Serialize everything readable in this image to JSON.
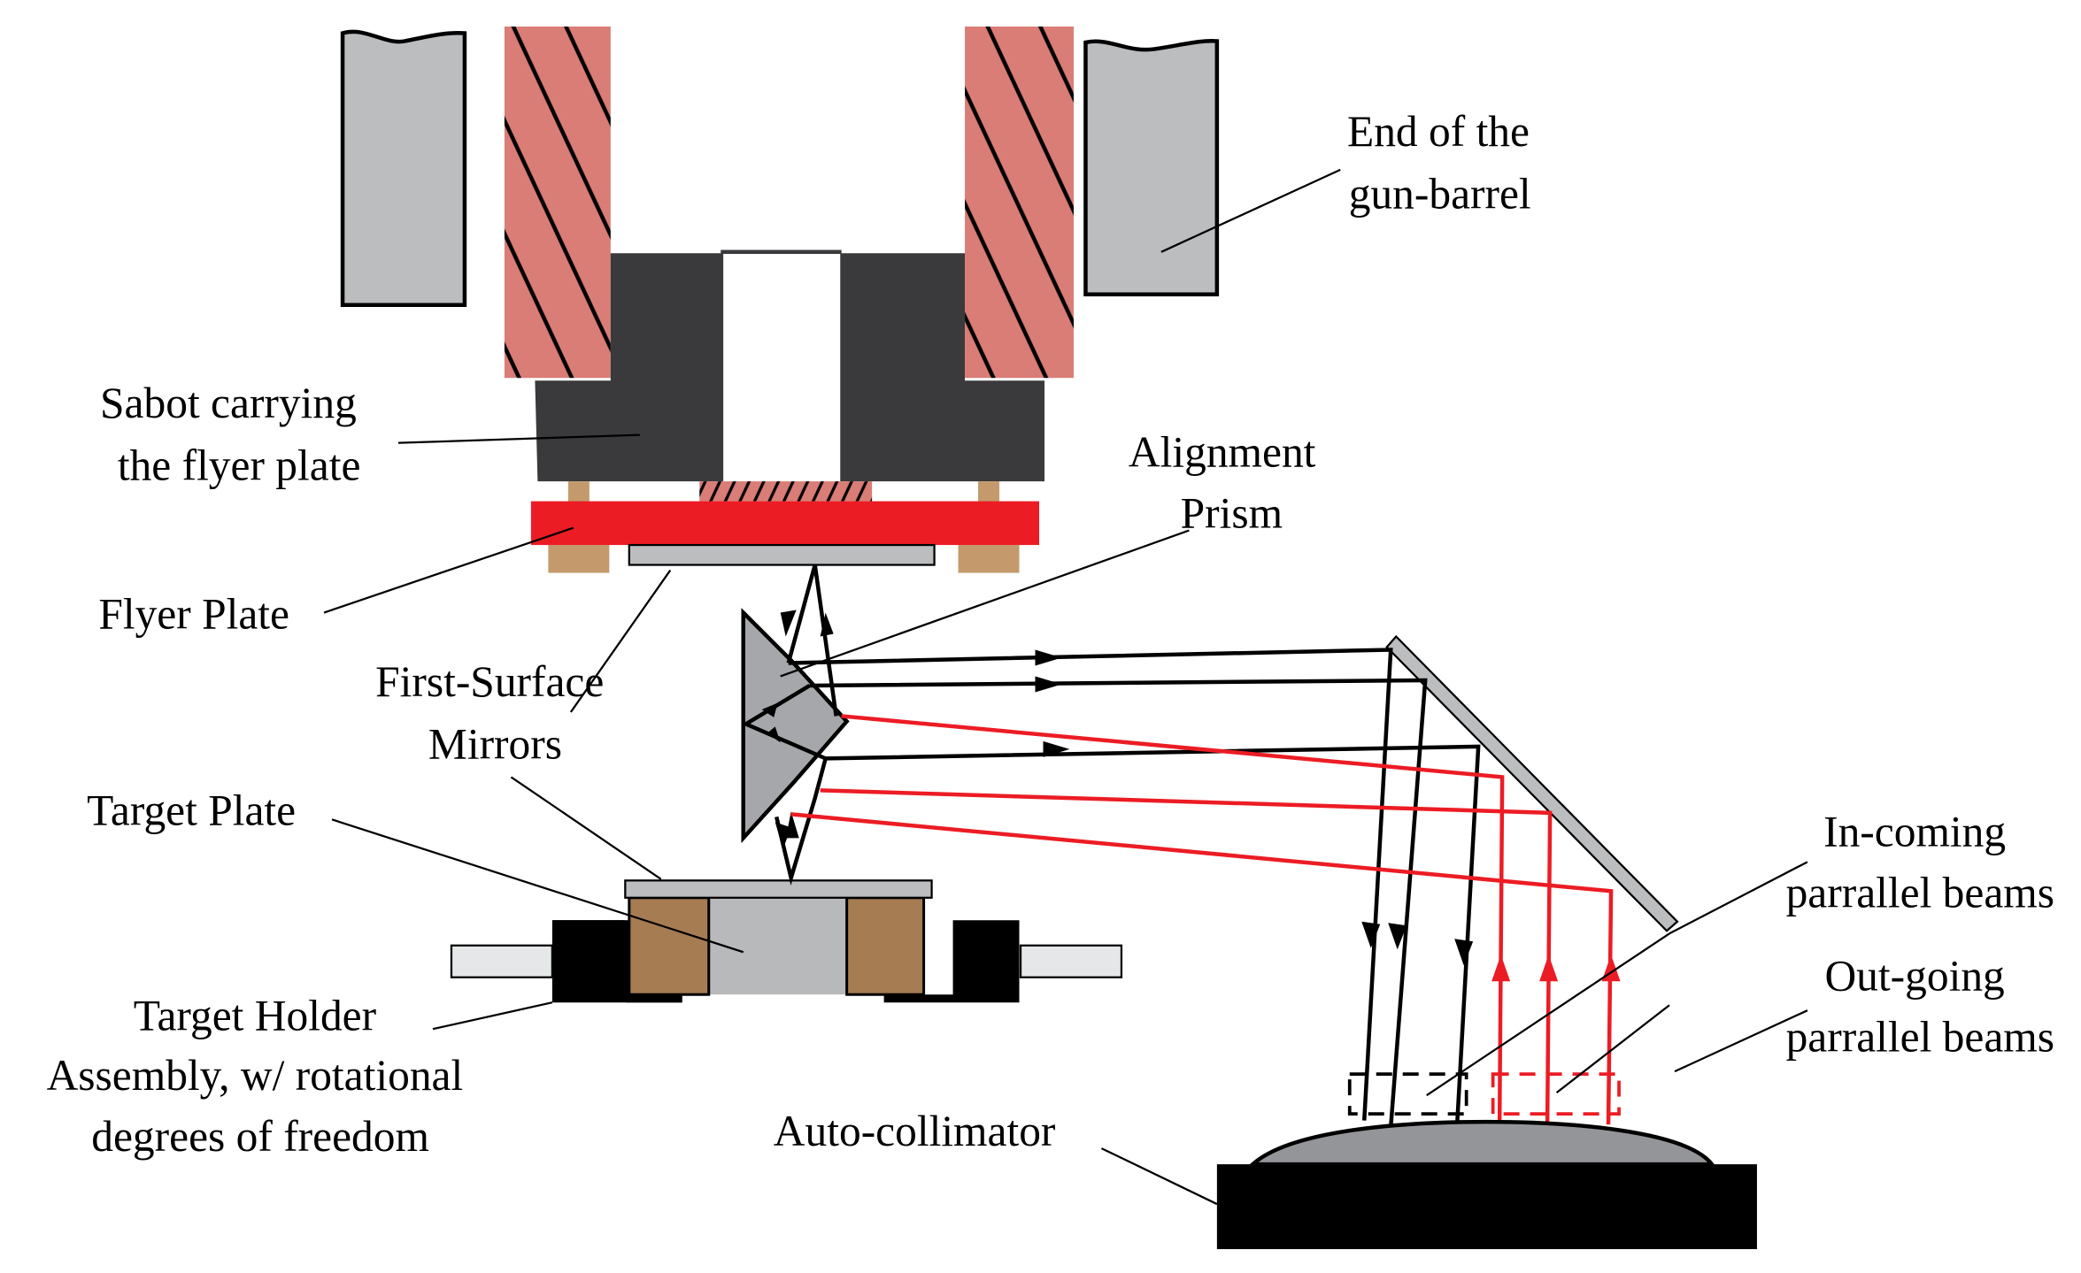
{
  "diagram": {
    "type": "schematic",
    "subject": "Flyer-plate / target alignment setup with auto-collimator",
    "labels": {
      "gun_barrel": [
        "End of the",
        "gun-barrel"
      ],
      "sabot": [
        "Sabot carrying",
        "the flyer plate"
      ],
      "alignment_prism": [
        "Alignment",
        "Prism"
      ],
      "flyer_plate": [
        "Flyer Plate"
      ],
      "first_surface_mirrors": [
        "First-Surface",
        "Mirrors"
      ],
      "target_plate": [
        "Target Plate"
      ],
      "target_holder": [
        "Target Holder",
        "Assembly, w/ rotational",
        "degrees of freedom"
      ],
      "incoming_beams": [
        "In-coming",
        "parrallel beams"
      ],
      "outgoing_beams": [
        "Out-going",
        "parrallel beams"
      ],
      "auto_collimator": [
        "Auto-collimator"
      ]
    },
    "colors": {
      "barrel_gray": "#bcbdbf",
      "sleeve_pink": "#d97d76",
      "sabot_dark": "#3a3a3c",
      "flyer_red": "#ec1c24",
      "spacer_tan": "#c49a6c",
      "mirror_gray": "#bcbdbf",
      "prism_gray": "#a6a7aa",
      "target_brown": "#a67c52",
      "holder_black": "#000000",
      "collimator_lens": "#939598",
      "incoming_beam": "#000000",
      "outgoing_beam": "#ec1c24"
    },
    "beams": {
      "incoming_count": 3,
      "outgoing_count": 3
    }
  }
}
